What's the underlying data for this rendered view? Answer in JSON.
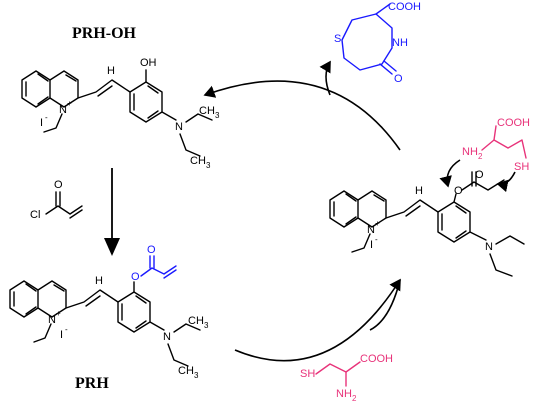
{
  "labels": {
    "prh_oh": "PRH-OH",
    "prh": "PRH"
  },
  "atoms": {
    "n_plus": "N",
    "plus": "+",
    "iodide": "I",
    "minus": "-",
    "oh": "OH",
    "n": "N",
    "ch3": "CH",
    "three": "3",
    "o": "O",
    "cl": "Cl",
    "s": "S",
    "nh": "NH",
    "cooh": "COOH",
    "nh2": "NH",
    "two": "2",
    "sh": "SH"
  },
  "colors": {
    "black": "#000000",
    "blue": "#1a1aff",
    "pink": "#e8337a"
  }
}
